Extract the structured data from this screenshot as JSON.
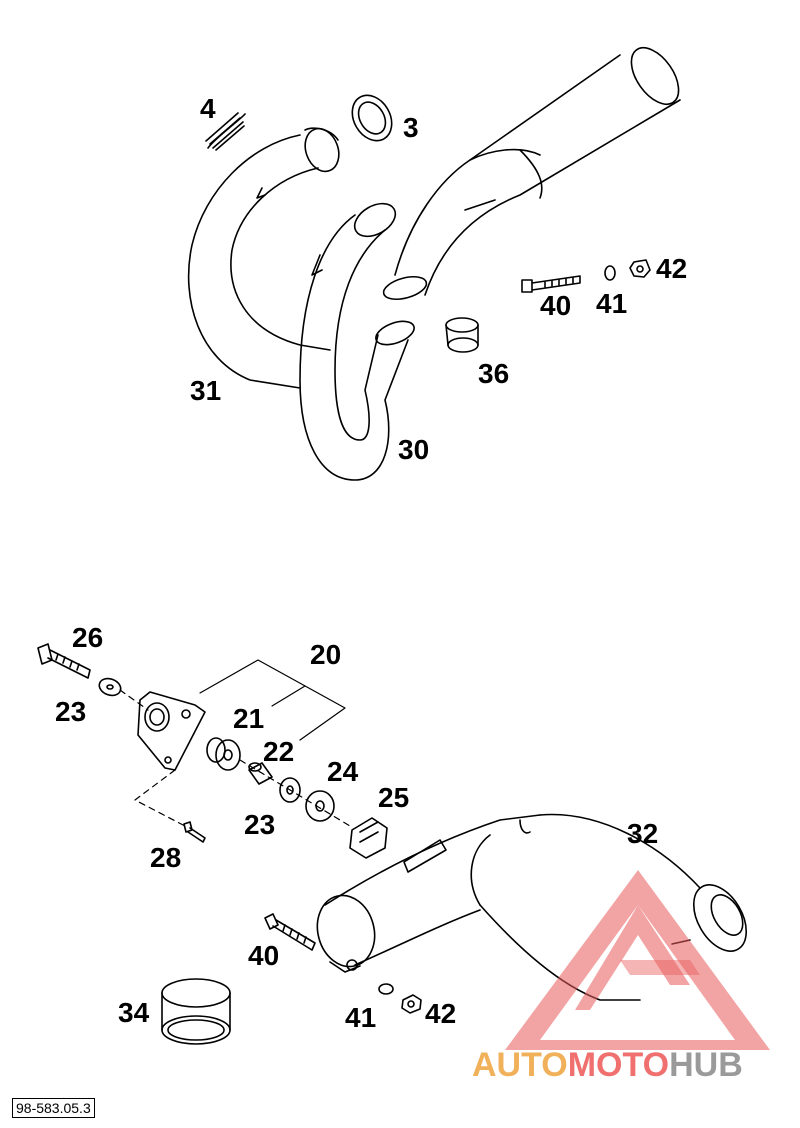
{
  "labels": {
    "p4": "4",
    "p3": "3",
    "p31": "31",
    "p30": "30",
    "p36": "36",
    "p40a": "40",
    "p41a": "41",
    "p42a": "42",
    "p26": "26",
    "p20": "20",
    "p23a": "23",
    "p21": "21",
    "p22": "22",
    "p24": "24",
    "p25": "25",
    "p23b": "23",
    "p28": "28",
    "p32": "32",
    "p40b": "40",
    "p41b": "41",
    "p42b": "42",
    "p34": "34"
  },
  "document_number": "98-583.05.3",
  "watermark": {
    "part1": "AUTO",
    "part2": "MOTO",
    "part3": "HUB"
  },
  "colors": {
    "line": "#000000",
    "watermark_red": "#e85a5a",
    "watermark_orange": "#f0b15a",
    "watermark_gray": "#9a9a9a"
  }
}
